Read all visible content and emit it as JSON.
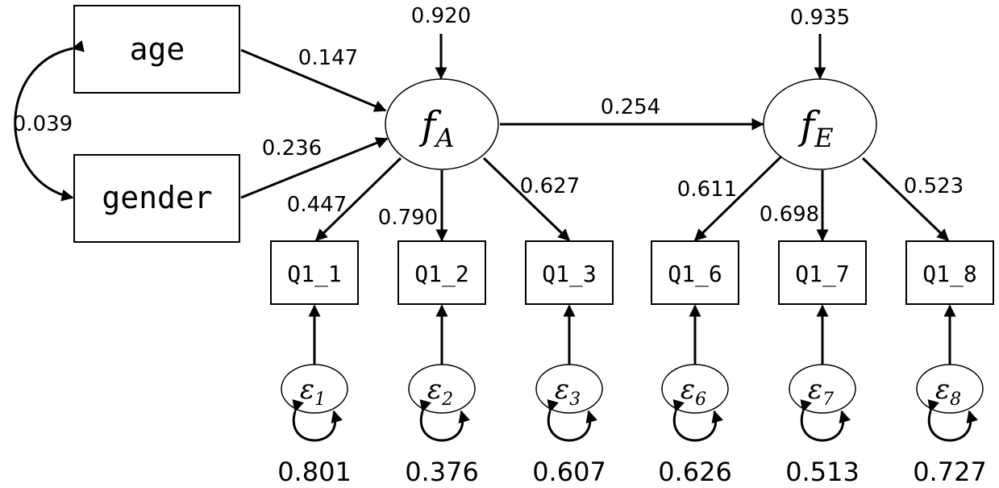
{
  "exogenous": {
    "age": "age",
    "gender": "gender",
    "covariance": "0.039"
  },
  "factors": {
    "fA": {
      "main": "f",
      "sub": "A",
      "residual": "0.920"
    },
    "fE": {
      "main": "f",
      "sub": "E",
      "residual": "0.935"
    }
  },
  "paths": {
    "age_fA": "0.147",
    "gender_fA": "0.236",
    "fA_fE": "0.254"
  },
  "loadings": {
    "q1": "0.447",
    "q2": "0.790",
    "q3": "0.627",
    "q6": "0.611",
    "q7": "0.698",
    "q8": "0.523"
  },
  "indicators": {
    "q1": "Q1_1",
    "q2": "Q1_2",
    "q3": "Q1_3",
    "q6": "Q1_6",
    "q7": "Q1_7",
    "q8": "Q1_8"
  },
  "errors": {
    "e1": {
      "symbol": "ε",
      "sub": "1",
      "variance": "0.801"
    },
    "e2": {
      "symbol": "ε",
      "sub": "2",
      "variance": "0.376"
    },
    "e3": {
      "symbol": "ε",
      "sub": "3",
      "variance": "0.607"
    },
    "e6": {
      "symbol": "ε",
      "sub": "6",
      "variance": "0.626"
    },
    "e7": {
      "symbol": "ε",
      "sub": "7",
      "variance": "0.513"
    },
    "e8": {
      "symbol": "ε",
      "sub": "8",
      "variance": "0.727"
    }
  }
}
